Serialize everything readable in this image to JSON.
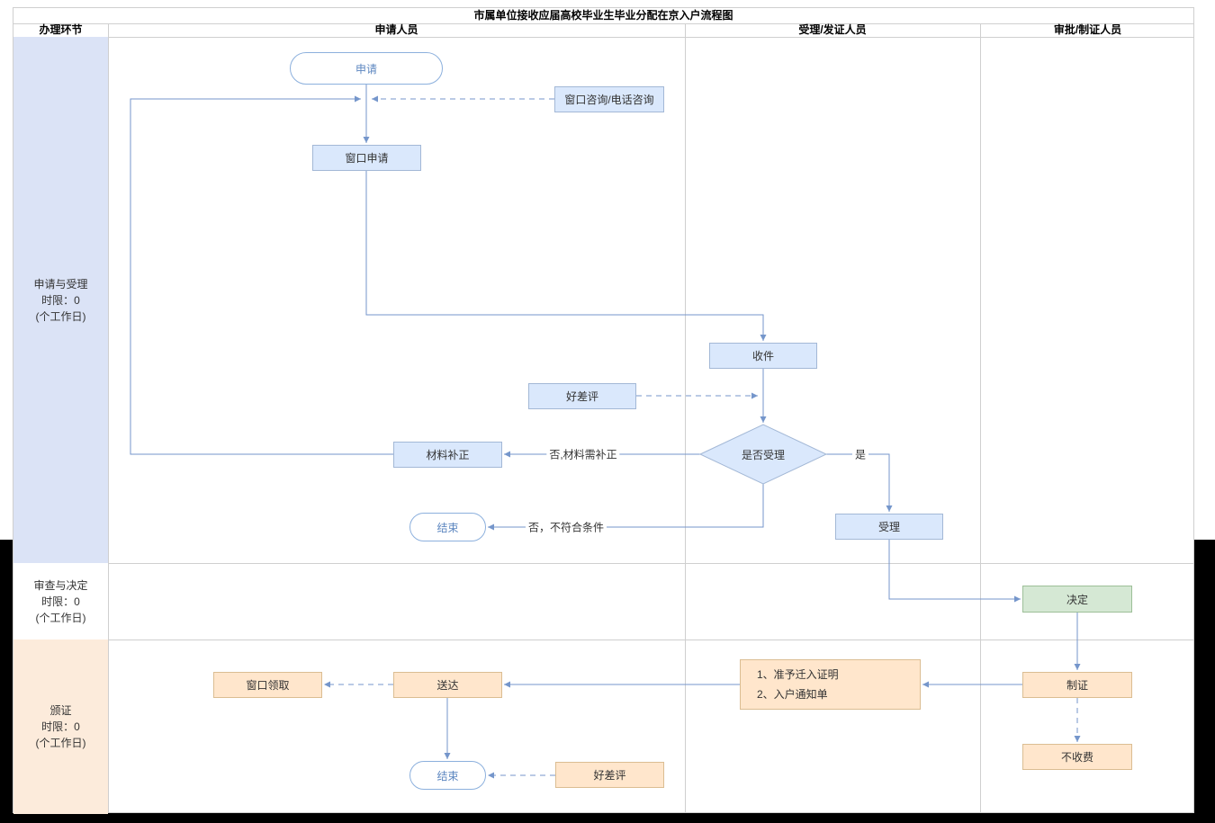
{
  "title": "市属单位接收应届高校毕业生毕业分配在京入户流程图",
  "columns": {
    "stage": "办理环节",
    "applicant": "申请人员",
    "acceptor": "受理/发证人员",
    "approver": "审批/制证人员"
  },
  "lanes": {
    "apply_accept": "申请与受理\n时限：0\n(个工作日)",
    "review_decide": "审查与决定\n时限：0\n(个工作日)",
    "issue": "颁证\n时限：0\n(个工作日)"
  },
  "nodes": {
    "apply": "申请",
    "consult": "窗口咨询/电话咨询",
    "window_apply": "窗口申请",
    "receive": "收件",
    "review1": "好差评",
    "decision": "是否受理",
    "correction": "材料补正",
    "end1": "结束",
    "accept": "受理",
    "decide": "决定",
    "make_cert": "制证",
    "no_fee": "不收费",
    "documents": "1、准予迁入证明\n2、入户通知单",
    "deliver": "送达",
    "pickup": "窗口领取",
    "end2": "结束",
    "review2": "好差评"
  },
  "edge_labels": {
    "need_correction": "否,材料需补正",
    "not_qualified": "否，不符合条件",
    "yes": "是"
  },
  "colors": {
    "node_blue": "#dae8fc",
    "node_green": "#d5e8d4",
    "node_orange": "#ffe6cc",
    "lane_blue": "#dbe3f6",
    "lane_orange": "#fcebdb",
    "edge": "#7596cb",
    "terminal_text": "#5d87c0"
  }
}
